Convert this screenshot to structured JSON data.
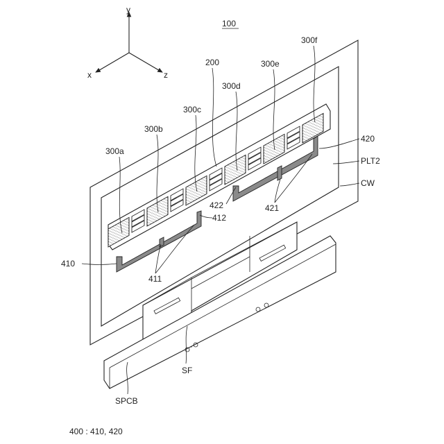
{
  "figure_label": "100",
  "axes": {
    "x": "x",
    "y": "y",
    "z": "z"
  },
  "labels": {
    "l300a": "300a",
    "l300b": "300b",
    "l300c": "300c",
    "l300d": "300d",
    "l300e": "300e",
    "l300f": "300f",
    "l200": "200",
    "l420": "420",
    "lPLT2": "PLT2",
    "lCW": "CW",
    "l422": "422",
    "l412": "412",
    "l421": "421",
    "l410": "410",
    "l411": "411",
    "lSF": "SF",
    "lSPCB": "SPCB"
  },
  "caption": "400 : 410, 420"
}
